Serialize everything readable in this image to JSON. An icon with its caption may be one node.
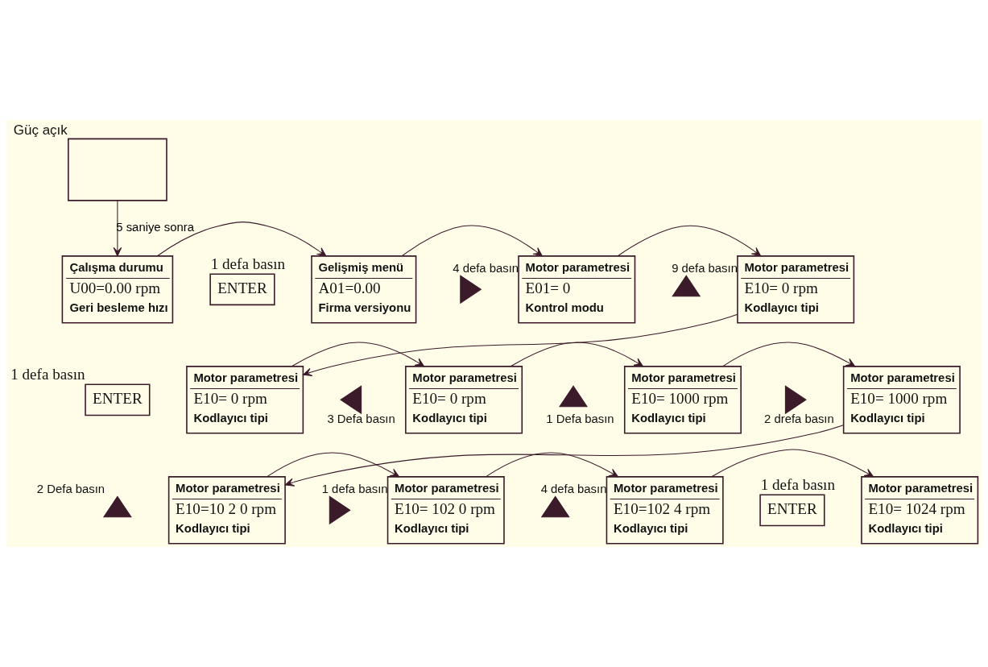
{
  "diagram": {
    "nodes": [
      {
        "text": [
          "Güç açık"
        ]
      },
      {
        "text": [
          "Çalışma durumu",
          "U00=0.00 rpm",
          "Geri besleme hızı"
        ]
      },
      {
        "text": [
          "ENTER"
        ],
        "beside": [
          "1 defa basın"
        ]
      },
      {
        "text": [
          "Gelişmiş menü",
          "A01=0.00",
          "Firma versiyonu"
        ]
      },
      {
        "text": [],
        "shape": "picture",
        "beside": [
          "4 defa basın"
        ]
      },
      {
        "text": [
          "Motor parametresi",
          "E01= 0",
          "Kontrol modu"
        ]
      },
      {
        "text": [],
        "shape": "picture",
        "beside": [
          "9 defa basın"
        ]
      },
      {
        "text": [
          "Motor parametresi",
          "E10= 0 rpm",
          "Kodlayıcı tipi"
        ]
      },
      {
        "text": [
          "ENTER"
        ],
        "beside": [
          "1 defa basın"
        ]
      },
      {
        "text": [
          "Motor parametresi",
          "E10= 0 rpm",
          "Kodlayıcı tipi"
        ]
      },
      {
        "text": [],
        "shape": "picture",
        "beside": [
          "3 Defa basın"
        ]
      },
      {
        "text": [
          "Motor parametresi",
          "E10= 0 rpm",
          "Kodlayıcı tipi"
        ]
      },
      {
        "text": [],
        "shape": "picture",
        "beside": [
          "1 Defa basın"
        ]
      },
      {
        "text": [
          "Motor parametresi",
          "E10= 1000 rpm",
          "Kodlayıcı tipi"
        ]
      },
      {
        "text": [],
        "shape": "picture",
        "beside": [
          "2 drefa basın"
        ]
      },
      {
        "text": [
          "Motor parametresi",
          "E10= 1000 rpm",
          "Kodlayıcı tipi"
        ]
      },
      {
        "text": [],
        "shape": "picture",
        "beside": [
          "2 Defa basın"
        ]
      },
      {
        "text": [
          "Motor parametresi",
          "E10=10 2 0 rpm",
          "Kodlayıcı tipi"
        ]
      },
      {
        "text": [],
        "shape": "picture",
        "beside": [
          "1 defa basın"
        ]
      },
      {
        "text": [
          "Motor parametresi",
          "E10= 102 0 rpm",
          "Kodlayıcı tipi"
        ]
      },
      {
        "text": [],
        "shape": "picture",
        "beside": [
          "4 defa basın"
        ]
      },
      {
        "text": [
          "Motor parametresi",
          "E10=102 4 rpm",
          "Kodlayıcı tipi"
        ]
      },
      {
        "text": [
          "ENTER"
        ],
        "beside": [
          "1 defa basın"
        ]
      },
      {
        "text": [
          "Motor parametresi",
          "E10= 1024 rpm",
          "Kodlayıcı tipi"
        ]
      }
    ],
    "edges": [
      {
        "from": 0,
        "to": 1,
        "arrow": "to",
        "label": "5 saniye sonra"
      },
      {
        "from": 1,
        "to": 3,
        "arrow": "to"
      },
      {
        "from": 3,
        "to": 5,
        "arrow": "to"
      },
      {
        "from": 5,
        "to": 7,
        "arrow": "to"
      },
      {
        "from": 7,
        "to": 9,
        "arrow": "to"
      },
      {
        "from": 9,
        "to": 11,
        "arrow": "to"
      },
      {
        "from": 11,
        "to": 13,
        "arrow": "to"
      },
      {
        "from": 13,
        "to": 15,
        "arrow": "to"
      },
      {
        "from": 15,
        "to": 17,
        "arrow": "to"
      },
      {
        "from": 17,
        "to": 19,
        "arrow": "to"
      },
      {
        "from": 19,
        "to": 21,
        "arrow": "to"
      },
      {
        "from": 21,
        "to": 23,
        "arrow": "to"
      }
    ]
  }
}
